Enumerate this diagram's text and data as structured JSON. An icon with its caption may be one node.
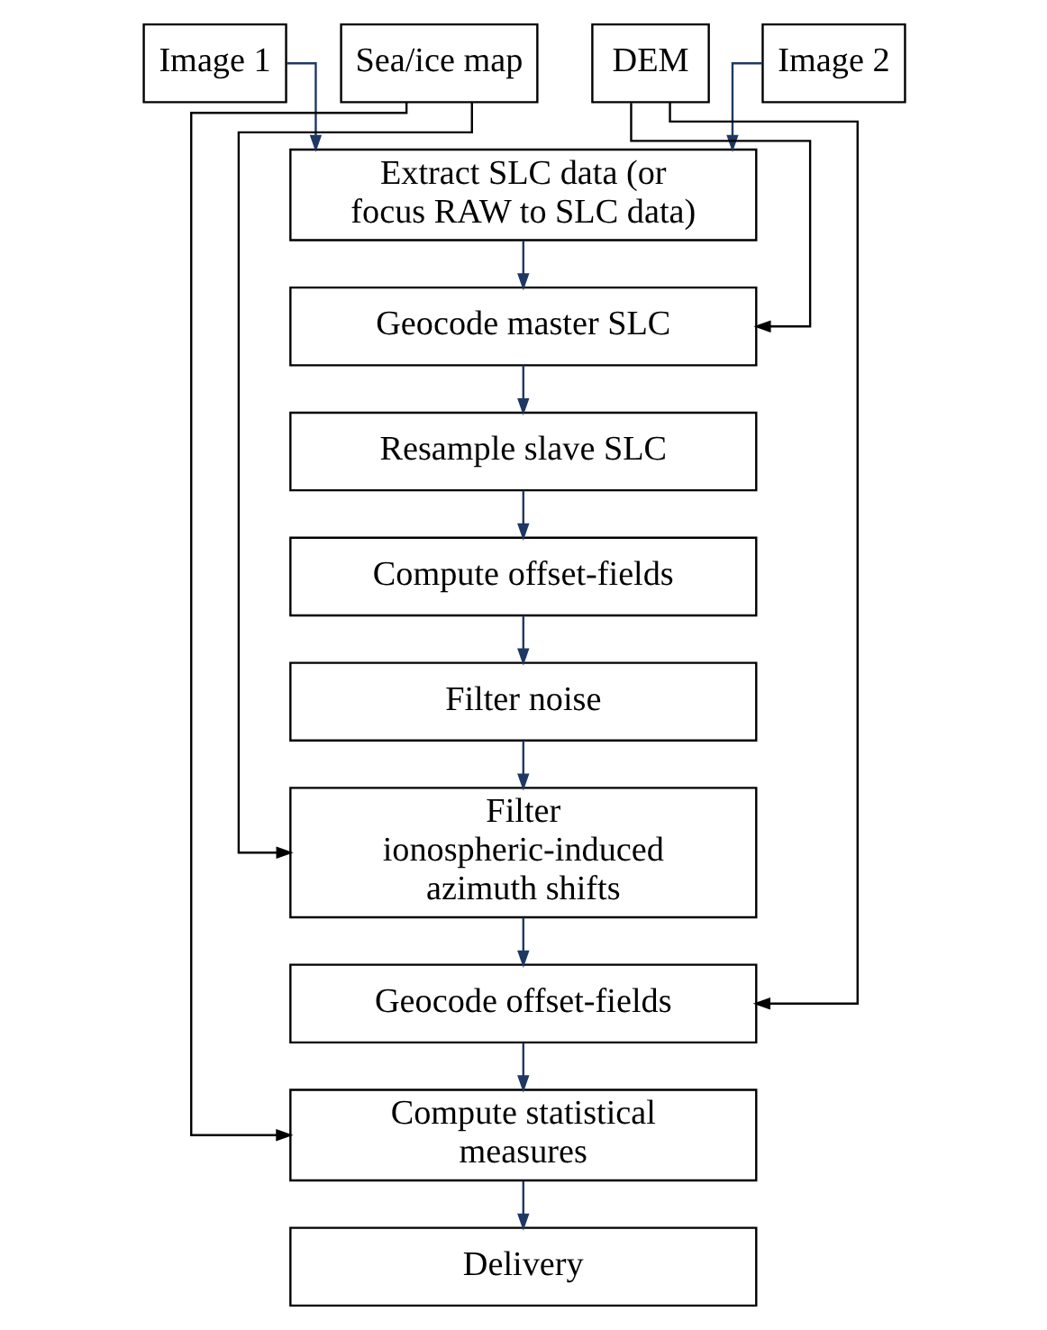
{
  "diagram": {
    "nodes": [
      {
        "text": [
          "Image 1"
        ]
      },
      {
        "text": [
          "Image 2"
        ]
      },
      {
        "text": [
          "DEM"
        ]
      },
      {
        "text": [
          "Sea/ice map"
        ]
      },
      {
        "text": [
          "Extract SLC data (or focus RAW to SLC data)"
        ]
      },
      {
        "text": [
          "Geocode master SLC"
        ]
      },
      {
        "text": [
          "Resample slave SLC"
        ]
      },
      {
        "text": [
          "Compute offset-fields"
        ]
      },
      {
        "text": [
          "Filter noise"
        ]
      },
      {
        "text": [
          "Filter ionospheric-induced azimuth shifts"
        ]
      },
      {
        "text": [
          "Geocode offset-fields"
        ]
      },
      {
        "text": [
          "Compute statistical measures"
        ]
      },
      {
        "text": [
          "Delivery"
        ]
      }
    ],
    "edges": [
      {
        "from": 0,
        "to": 4,
        "arrow": "to"
      },
      {
        "from": 1,
        "to": 4,
        "arrow": "to"
      },
      {
        "from": 4,
        "to": 5,
        "arrow": "to"
      },
      {
        "from": 2,
        "to": 5,
        "arrow": "to",
        "color": "#000000"
      },
      {
        "from": 5,
        "to": 6,
        "arrow": "to"
      },
      {
        "from": 6,
        "to": 7,
        "arrow": "to"
      },
      {
        "from": 7,
        "to": 8,
        "arrow": "to"
      },
      {
        "from": 8,
        "to": 9,
        "arrow": "to"
      },
      {
        "from": 3,
        "to": 9,
        "arrow": "to",
        "color": "#000000"
      },
      {
        "from": 9,
        "to": 10,
        "arrow": "to"
      },
      {
        "from": 2,
        "to": 10,
        "arrow": "to",
        "color": "#000000"
      },
      {
        "from": 10,
        "to": 11,
        "arrow": "to"
      },
      {
        "from": 3,
        "to": 11,
        "arrow": "to",
        "color": "#000000"
      },
      {
        "from": 11,
        "to": 12,
        "arrow": "to"
      }
    ]
  }
}
